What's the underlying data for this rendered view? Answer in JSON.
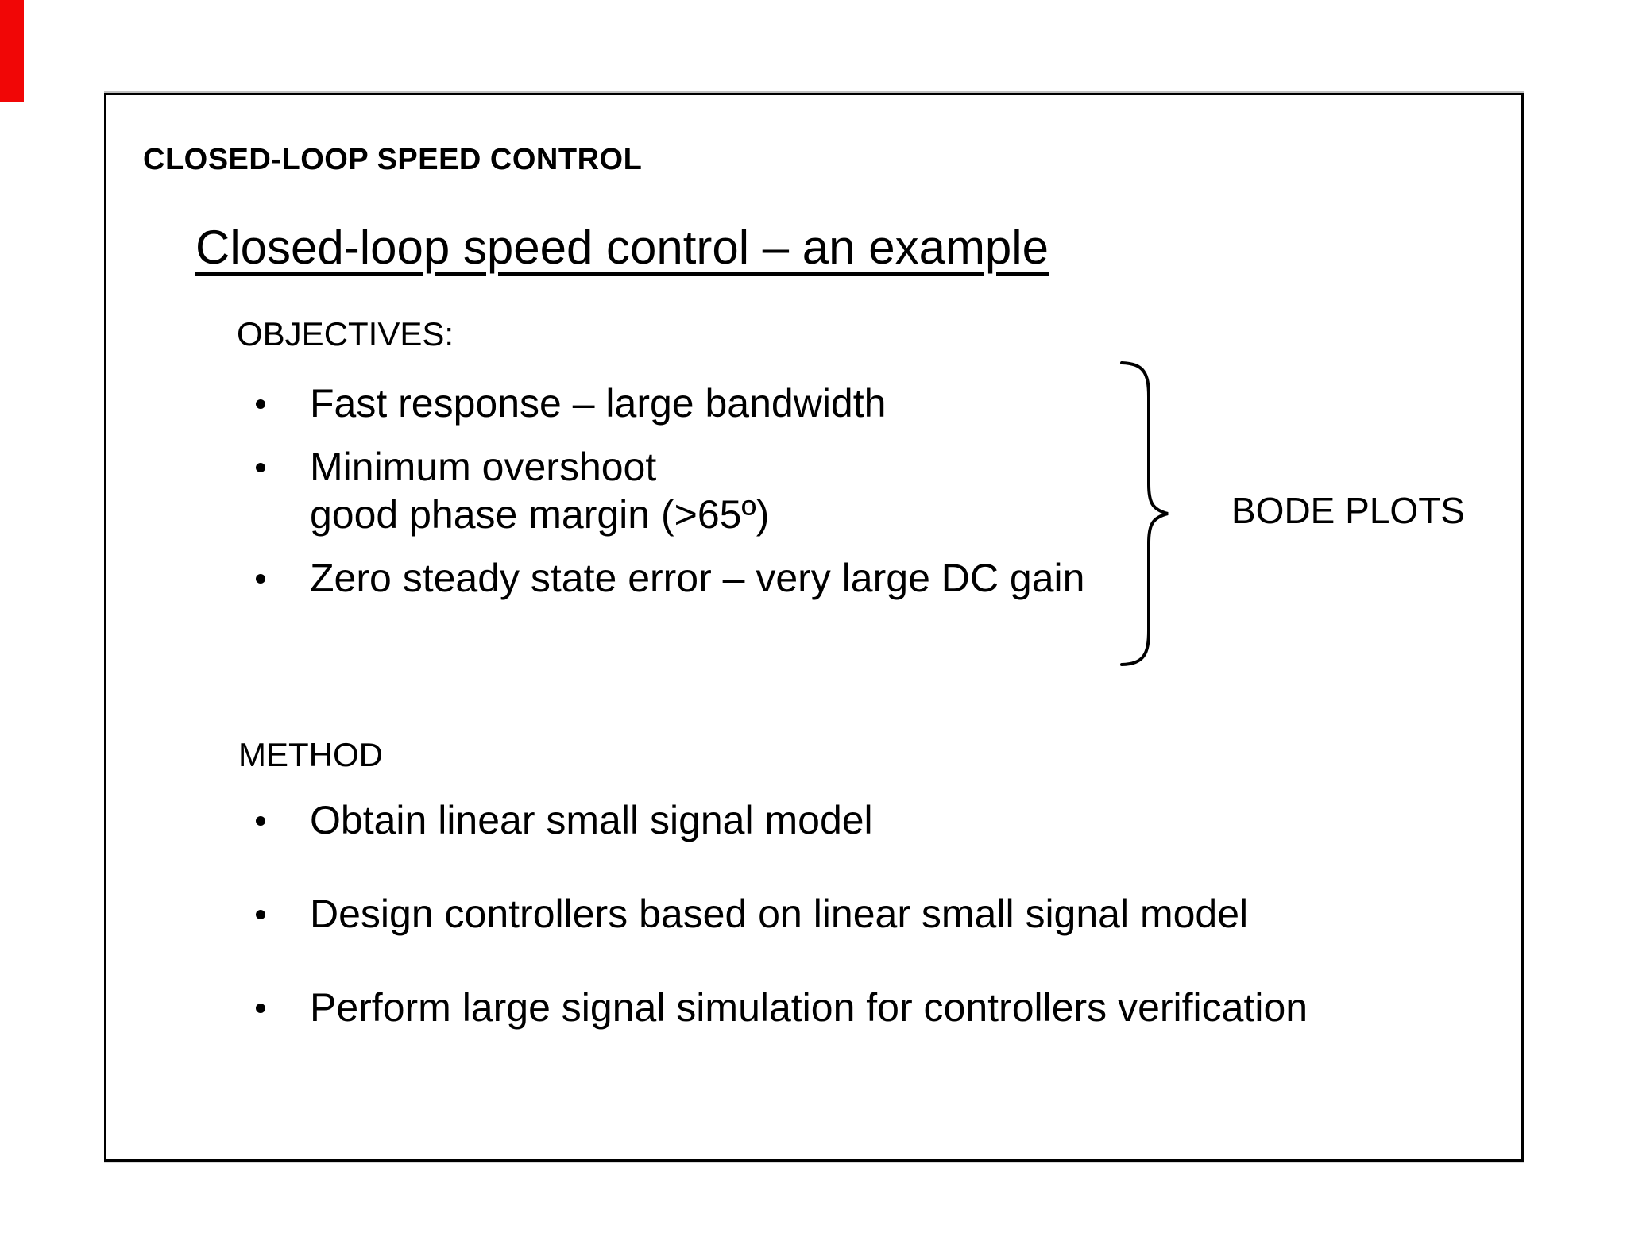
{
  "slide": {
    "header": "CLOSED-LOOP SPEED CONTROL",
    "title": "Closed-loop speed control – an example",
    "objectives": {
      "label": "OBJECTIVES:",
      "items": [
        {
          "line1": "Fast response – large bandwidth"
        },
        {
          "line1": "Minimum overshoot",
          "line2": "good phase margin (>65º)"
        },
        {
          "line1": "Zero steady state error – very large DC gain"
        }
      ]
    },
    "brace_annotation": {
      "label": "BODE PLOTS"
    },
    "method": {
      "label": "METHOD",
      "items": [
        {
          "line1": "Obtain linear small signal model"
        },
        {
          "line1": "Design controllers based on linear small signal model"
        },
        {
          "line1": "Perform large signal simulation for controllers verification"
        }
      ]
    },
    "colors": {
      "accent_bar": "#f10606",
      "border": "#000000",
      "background": "#ffffff",
      "text": "#000000"
    }
  }
}
